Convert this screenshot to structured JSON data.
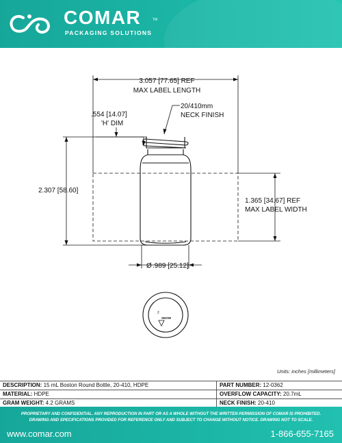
{
  "header": {
    "brand_name": "COMAR",
    "brand_tm": "TM",
    "brand_tagline": "PACKAGING SOLUTIONS",
    "logo_icon": "comar-swirl-logo",
    "color_primary": "#1cb6a6"
  },
  "drawing": {
    "label_length_dim": "3.057 [77.65] REF",
    "label_length_caption": "MAX LABEL LENGTH",
    "neck_finish_dim": "20/410mm",
    "neck_finish_caption": "NECK FINISH",
    "h_dim_value": ".554 [14.07]",
    "h_dim_caption": "'H' DIM",
    "height_dim": "2.307 [58.60]",
    "label_width_dim": "1.365 [34.67] REF",
    "label_width_caption": "MAX LABEL WIDTH",
    "diameter_dim": ".989 [25.12]",
    "diameter_symbol": "Ø",
    "base_marking": "SNOW",
    "base_resin_code": "2"
  },
  "units_note": "Units: inches [millimeters]",
  "specs": {
    "description_label": "DESCRIPTION:",
    "description_value": "15 mL Boston Round Bottle, 20-410, HDPE",
    "part_number_label": "PART NUMBER:",
    "part_number_value": "12-0362",
    "material_label": "MATERIAL:",
    "material_value": "HDPE",
    "overflow_label": "OVERFLOW CAPACITY:",
    "overflow_value": "20.7mL",
    "gram_weight_label": "GRAM WEIGHT:",
    "gram_weight_value": "4.2 GRAMS",
    "neck_finish_label": "NECK FINISH:",
    "neck_finish_value": "20-410"
  },
  "footer": {
    "disclaimer_line1": "PROPRIETARY AND CONFIDENTIAL. ANY REPRODUCTION IN PART OR AS A WHOLE WITHOUT THE WRITTEN PERMISSION OF COMAR IS PROHIBITED.",
    "disclaimer_line2": "DRAWING AND SPECIFICATIONS PROVIDED FOR REFERENCE ONLY AND SUBJECT TO CHANGE WITHOUT NOTICE. DRAWING NOT TO SCALE.",
    "website": "www.comar.com",
    "phone": "1-866-655-7165"
  }
}
